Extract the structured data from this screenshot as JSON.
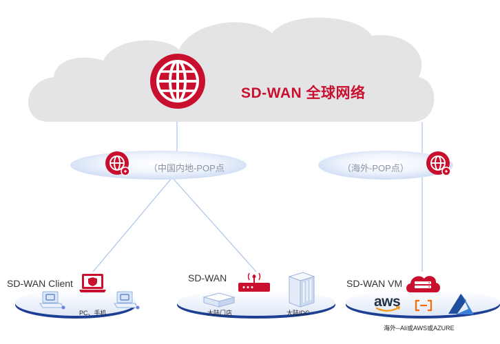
{
  "cloud": {
    "title": "SD-WAN 全球网络"
  },
  "pops": [
    {
      "label": "（中国内地-POP点"
    },
    {
      "label": "（海外-POP点）"
    }
  ],
  "sites": {
    "client": {
      "title": "SD-WAN Client",
      "caption": "PC、手机"
    },
    "branch": {
      "title": "SD-WAN",
      "store": "大陆门店",
      "idc": "大陆IDC"
    },
    "vm": {
      "title": "SD-WAN VM",
      "aws": "aws",
      "caption": "海外--Ali或AWS或AZURE"
    }
  },
  "colors": {
    "brand_red": "#c8102e",
    "cloud_gray": "#e4e4e6",
    "link_blue": "#aac2e8"
  }
}
